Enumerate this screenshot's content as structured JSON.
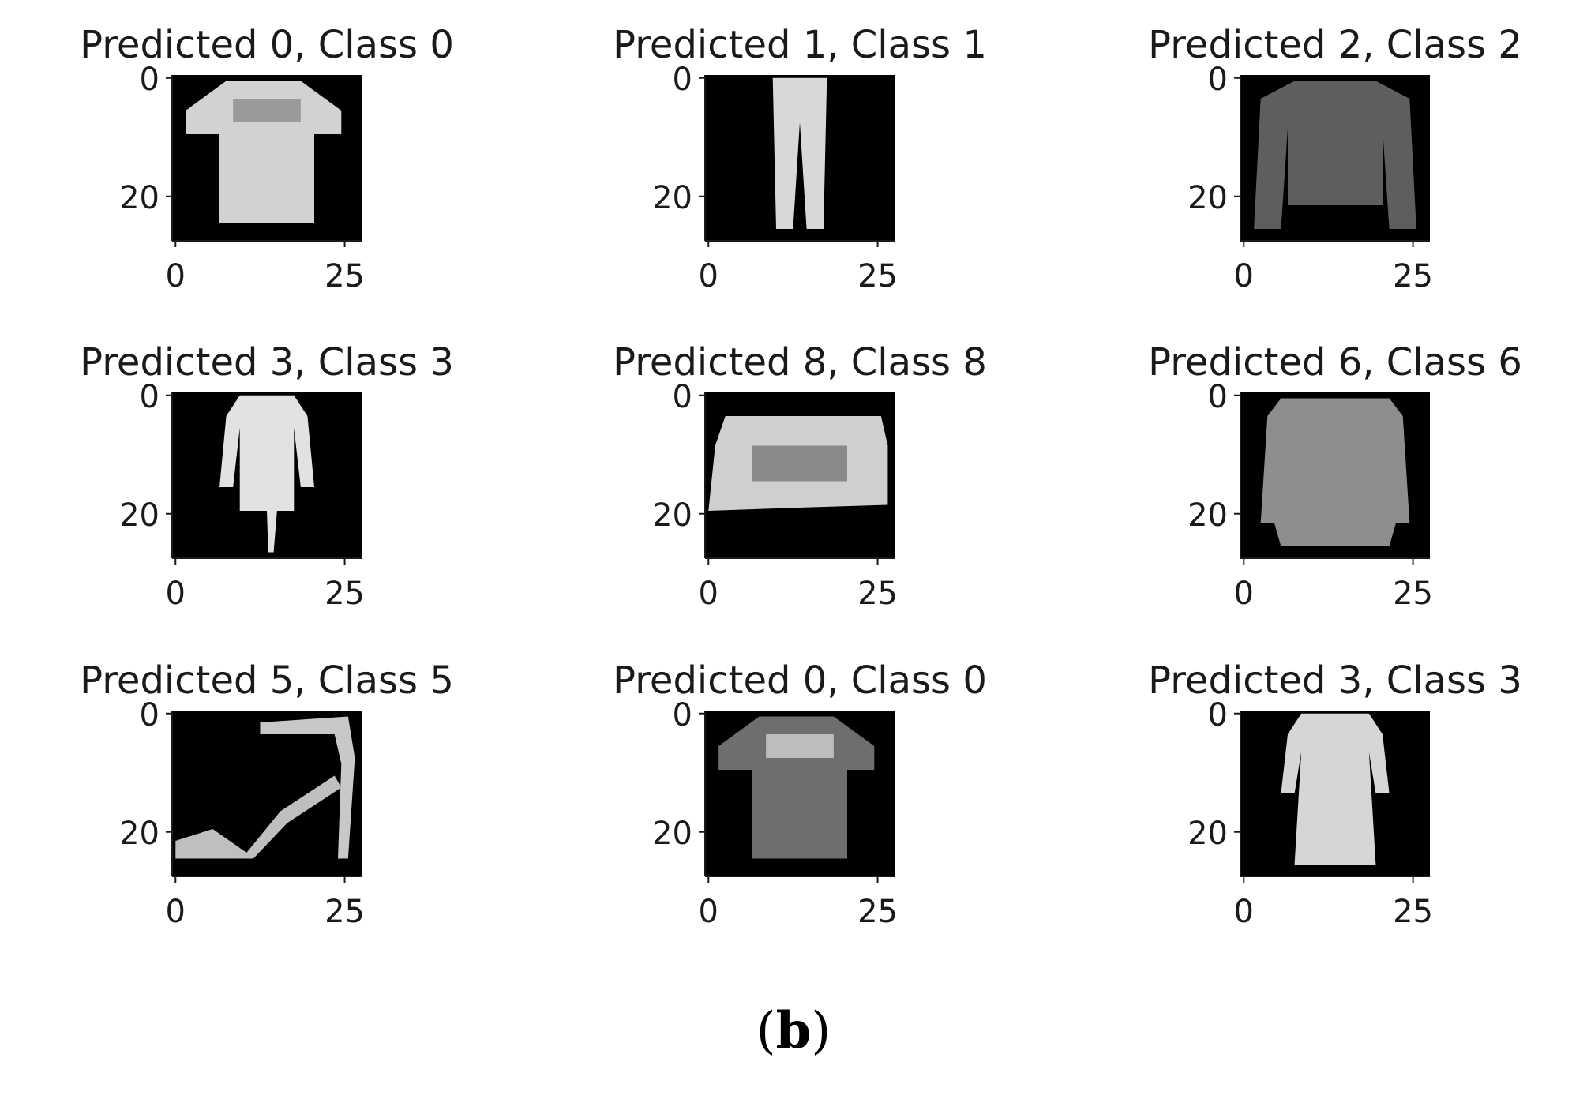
{
  "chart_data": [
    {
      "type": "image",
      "title": "Predicted 0, Class 0",
      "predicted": 0,
      "class": 0,
      "item": "tshirt",
      "x_ticks": [
        0,
        25
      ],
      "y_ticks": [
        0,
        20
      ],
      "xlim": [
        -0.5,
        27.5
      ],
      "ylim": [
        27.5,
        -0.5
      ]
    },
    {
      "type": "image",
      "title": "Predicted 1, Class 1",
      "predicted": 1,
      "class": 1,
      "item": "trouser",
      "x_ticks": [
        0,
        25
      ],
      "y_ticks": [
        0,
        20
      ],
      "xlim": [
        -0.5,
        27.5
      ],
      "ylim": [
        27.5,
        -0.5
      ]
    },
    {
      "type": "image",
      "title": "Predicted 2, Class 2",
      "predicted": 2,
      "class": 2,
      "item": "pullover",
      "x_ticks": [
        0,
        25
      ],
      "y_ticks": [
        0,
        20
      ],
      "xlim": [
        -0.5,
        27.5
      ],
      "ylim": [
        27.5,
        -0.5
      ]
    },
    {
      "type": "image",
      "title": "Predicted 3, Class 3",
      "predicted": 3,
      "class": 3,
      "item": "dress",
      "x_ticks": [
        0,
        25
      ],
      "y_ticks": [
        0,
        20
      ],
      "xlim": [
        -0.5,
        27.5
      ],
      "ylim": [
        27.5,
        -0.5
      ]
    },
    {
      "type": "image",
      "title": "Predicted 8, Class 8",
      "predicted": 8,
      "class": 8,
      "item": "bag",
      "x_ticks": [
        0,
        25
      ],
      "y_ticks": [
        0,
        20
      ],
      "xlim": [
        -0.5,
        27.5
      ],
      "ylim": [
        27.5,
        -0.5
      ]
    },
    {
      "type": "image",
      "title": "Predicted 6, Class 6",
      "predicted": 6,
      "class": 6,
      "item": "shirt",
      "x_ticks": [
        0,
        25
      ],
      "y_ticks": [
        0,
        20
      ],
      "xlim": [
        -0.5,
        27.5
      ],
      "ylim": [
        27.5,
        -0.5
      ]
    },
    {
      "type": "image",
      "title": "Predicted 5, Class 5",
      "predicted": 5,
      "class": 5,
      "item": "sandal",
      "x_ticks": [
        0,
        25
      ],
      "y_ticks": [
        0,
        20
      ],
      "xlim": [
        -0.5,
        27.5
      ],
      "ylim": [
        27.5,
        -0.5
      ]
    },
    {
      "type": "image",
      "title": "Predicted 0, Class 0",
      "predicted": 0,
      "class": 0,
      "item": "tshirt-dark",
      "x_ticks": [
        0,
        25
      ],
      "y_ticks": [
        0,
        20
      ],
      "xlim": [
        -0.5,
        27.5
      ],
      "ylim": [
        27.5,
        -0.5
      ]
    },
    {
      "type": "image",
      "title": "Predicted 3, Class 3",
      "predicted": 3,
      "class": 3,
      "item": "dress-wide",
      "x_ticks": [
        0,
        25
      ],
      "y_ticks": [
        0,
        20
      ],
      "xlim": [
        -0.5,
        27.5
      ],
      "ylim": [
        27.5,
        -0.5
      ]
    }
  ],
  "panel_label": "b",
  "colors": {
    "image_background": "#000000",
    "text": "#1a1a1a",
    "axis": "#1a1a1a"
  }
}
